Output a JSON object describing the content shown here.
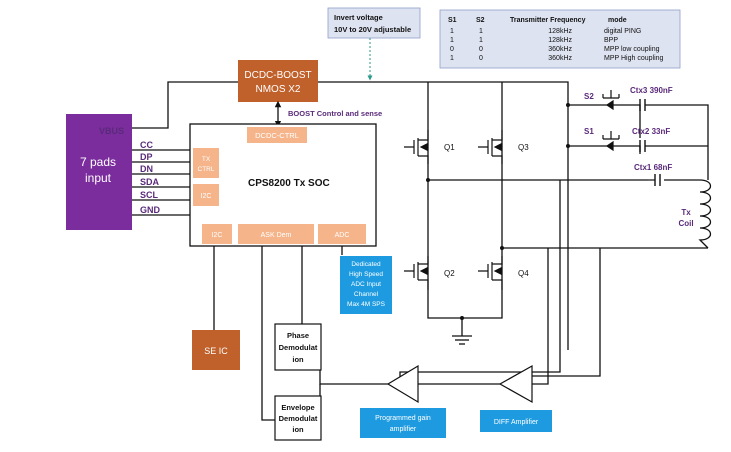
{
  "blocks": {
    "pads_input": {
      "line1": "7 pads",
      "line2": "input"
    },
    "dcdc_boost": {
      "line1": "DCDC-BOOST",
      "line2": "NMOS X2"
    },
    "soc_title": "CPS8200 Tx SOC",
    "dcdc_ctrl": "DCDC-CTRL",
    "tx_ctrl": {
      "line1": "TX",
      "line2": "CTRL"
    },
    "i2c_left": "I2C",
    "i2c_bottom": "I2C",
    "ask_dem": "ASK Dem",
    "adc": "ADC",
    "se_ic": "SE IC",
    "phase_demod": {
      "line1": "Phase",
      "line2": "Demodulat",
      "line3": "ion"
    },
    "envelope_demod": {
      "line1": "Envelope",
      "line2": "Demodulat",
      "line3": "ion"
    },
    "adc_channel": {
      "line1": "Dedicated",
      "line2": "High Speed",
      "line3": "ADC Input",
      "line4": "Channel",
      "line5": "Max 4M SPS"
    },
    "prog_gain": {
      "line1": "Programmed gain",
      "line2": "amplifier"
    },
    "diff_amp": "DIFF Amplifier"
  },
  "notes": {
    "invert_voltage": {
      "line1": "Invert voltage",
      "line2": "10V  to 20V adjustable"
    },
    "boost_control": "BOOST Control and sense"
  },
  "pins": [
    "VBUS",
    "CC",
    "DP",
    "DN",
    "SDA",
    "SCL",
    "GND"
  ],
  "transistors": {
    "q1": "Q1",
    "q2": "Q2",
    "q3": "Q3",
    "q4": "Q4",
    "s1": "S1",
    "s2": "S2"
  },
  "capacitors": {
    "ctx3": "Ctx3 390nF",
    "ctx2": "Ctx2 33nF",
    "ctx1": "Ctx1 68nF"
  },
  "coil": {
    "line1": "Tx",
    "line2": "Coil"
  },
  "mode_table": {
    "headers": [
      "S1",
      "S2",
      "Transmitter Frequency",
      "mode"
    ],
    "rows": [
      [
        "1",
        "1",
        "128kHz",
        "digital PING"
      ],
      [
        "1",
        "1",
        "128kHz",
        "BPP"
      ],
      [
        "0",
        "0",
        "360kHz",
        "MPP low coupling"
      ],
      [
        "1",
        "0",
        "360kHz",
        "MPP High coupling"
      ]
    ]
  },
  "colors": {
    "purple": "#7b2d9e",
    "orange": "#c0602a",
    "peach": "#f5b48a",
    "blue": "#1e9be0",
    "note_bg": "#dde3f1",
    "label_purple": "#5a2a7a"
  }
}
